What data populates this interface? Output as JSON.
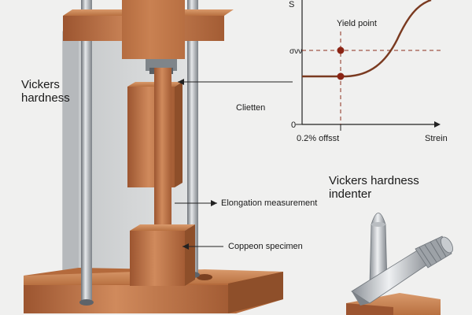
{
  "labels": {
    "vickers_left_line1": "Vickers",
    "vickers_left_line2": "hardness",
    "center_label": "Clietten",
    "elongation": "Elongation measurement",
    "specimen": "Coppeon specimen",
    "indenter_line1": "Vickers hardness",
    "indenter_line2": "indenter"
  },
  "chart": {
    "yield_point": "Yield point",
    "y_axis_top": "S",
    "y_axis_mid": "σνν",
    "origin": "0",
    "offset": "0.2% offsst",
    "x_axis": "Strein"
  },
  "colors": {
    "copper": "#b87040",
    "copper_dark": "#8e4f2a",
    "curve": "#7a3a20",
    "guide": "#8b2f1d",
    "background": "#f0f0ef"
  }
}
